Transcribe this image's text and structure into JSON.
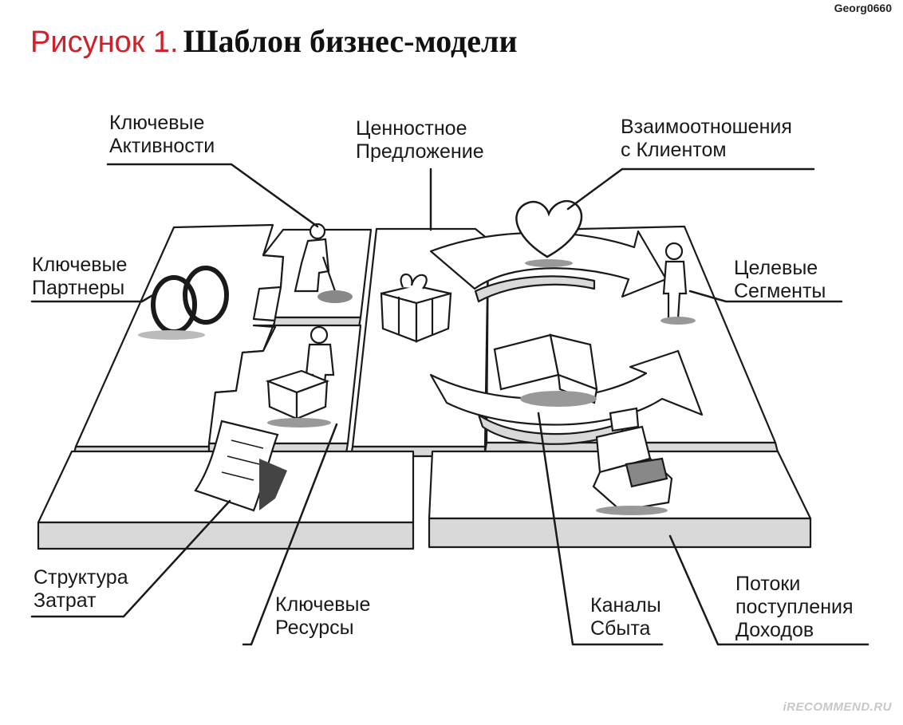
{
  "watermark": "Georg0660",
  "title": {
    "figure_number": "Рисунок 1.",
    "text": "Шаблон бизнес-модели"
  },
  "labels": {
    "key_activities": "Ключевые\nАктивности",
    "value_proposition": "Ценностное\nПредложение",
    "customer_relationships": "Взаимоотношения\nс Клиентом",
    "key_partners": "Ключевые\nПартнеры",
    "customer_segments": "Целевые\nСегменты",
    "cost_structure": "Структура\nЗатрат",
    "key_resources": "Ключевые\nРесурсы",
    "channels": "Каналы\nСбыта",
    "revenue_streams": "Потоки\nпоступления\nДоходов"
  },
  "recommend_watermark": "iRECOMMEND.RU",
  "colors": {
    "accent": "#d0212b",
    "line": "#1a1a1a",
    "slab_face": "#ffffff",
    "slab_side": "#d9d9d9"
  }
}
